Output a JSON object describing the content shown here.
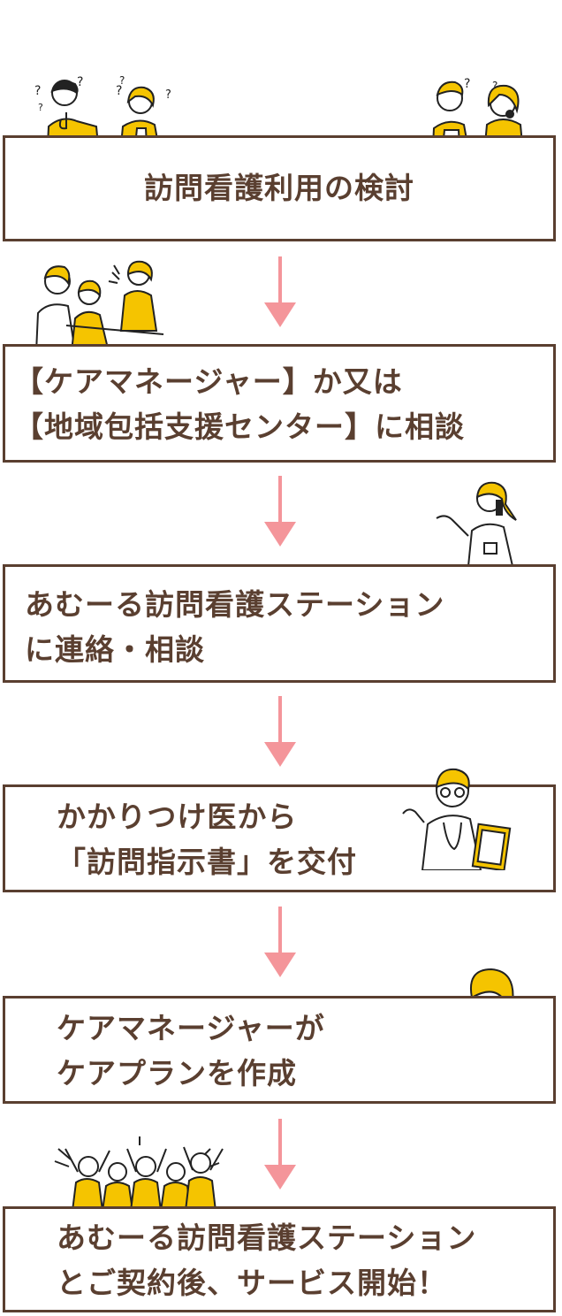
{
  "colors": {
    "border": "#5a3f30",
    "text": "#5a3f30",
    "arrow": "#f4959a",
    "accent": "#f5c400",
    "line": "#222222"
  },
  "steps": [
    {
      "lines": [
        "訪問看護利用の検討"
      ]
    },
    {
      "lines": [
        "【ケアマネージャー】か又は",
        "【地域包括支援センター】に相談"
      ]
    },
    {
      "lines": [
        "あむーる訪問看護ステーション",
        "に連絡・相談"
      ]
    },
    {
      "lines": [
        "かかりつけ医から",
        "「訪問指示書」を交付"
      ]
    },
    {
      "lines": [
        "ケアマネージャーが",
        "ケアプランを作成"
      ]
    },
    {
      "lines": [
        "あむーる訪問看護ステーション",
        "とご契約後、サービス開始！"
      ]
    }
  ],
  "illustrations": [
    "confused-people-icon",
    "confused-couple-icon",
    "consultation-meeting-icon",
    "nurse-on-phone-icon",
    "doctor-with-clipboard-icon",
    "woman-at-laptop-icon",
    "celebrating-group-icon"
  ]
}
